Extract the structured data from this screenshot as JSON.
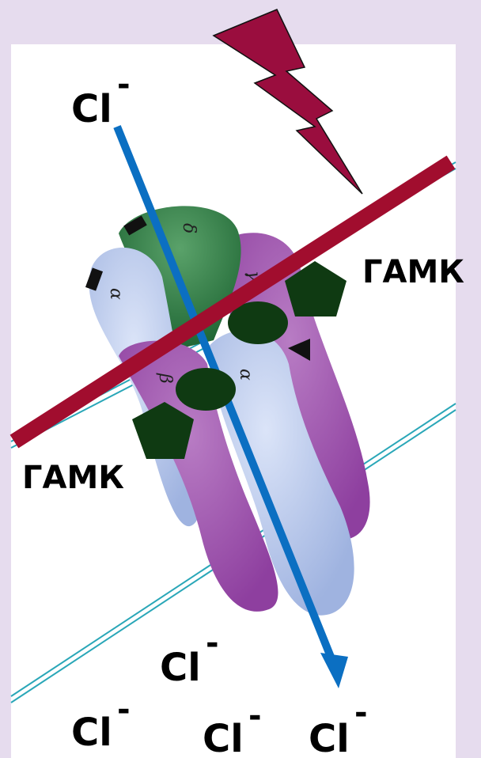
{
  "ion_label": "Cl",
  "ion_charge": "-",
  "ligand_label": "ГАМК",
  "subunits": {
    "alpha": "α",
    "beta": "β",
    "gamma": "γ",
    "delta": "δ"
  },
  "colors": {
    "background": "#e6dcee",
    "panel": "#ffffff",
    "alpha_subunit": "#a9bde6",
    "beta_subunit": "#a259b0",
    "delta_subunit": "#2f7f45",
    "gaba_ligand": "#0f3a12",
    "ion_channel_arrow": "#0b6fc2",
    "block_bar": "#a10d2e",
    "lightning": "#9a0d3e",
    "membrane_line": "#2aa7b8"
  }
}
